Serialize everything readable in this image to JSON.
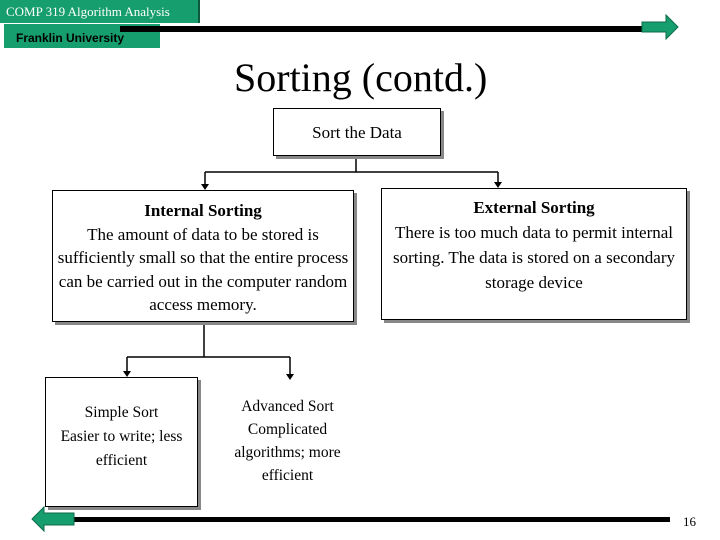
{
  "header": {
    "course": "COMP 319 Algorithm Analysis",
    "university": "Franklin University"
  },
  "slide": {
    "title": "Sorting (contd.)",
    "page_number": "16"
  },
  "diagram": {
    "root": {
      "label": "Sort the Data"
    },
    "internal": {
      "heading": "Internal Sorting",
      "body": "The amount of data to be stored is sufficiently small so that the entire process  can be carried out in the computer random access memory."
    },
    "external": {
      "heading": "External Sorting",
      "body": "There is too much  data to permit internal sorting. The data is stored on a secondary storage device"
    },
    "simple": {
      "heading": "Simple Sort",
      "body": "Easier to write; less efficient"
    },
    "advanced": {
      "heading": "Advanced Sort",
      "body": "Complicated algorithms; more efficient"
    }
  },
  "colors": {
    "header_bg": "#169e6e",
    "nav_arrow": "#169e6e",
    "rule": "#000000"
  },
  "icons": {
    "next": "arrow-right-icon",
    "prev": "arrow-left-icon"
  }
}
